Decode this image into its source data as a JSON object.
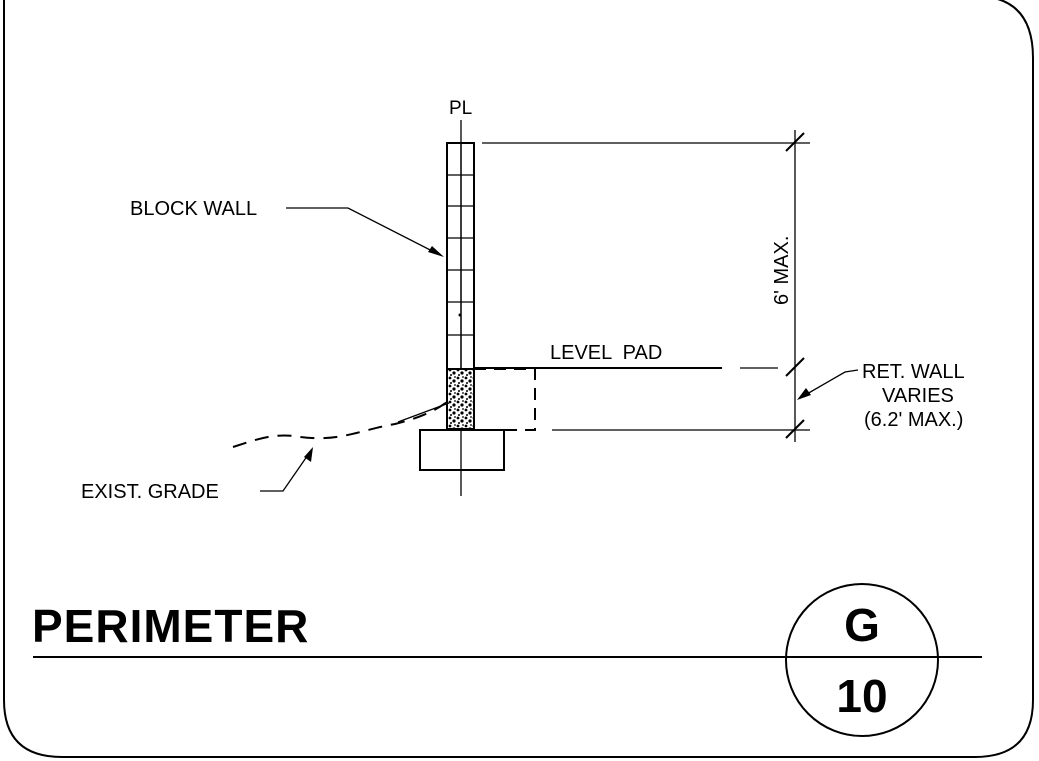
{
  "labels": {
    "property_line": "PL",
    "block_wall": "BLOCK WALL",
    "level_pad": "LEVEL  PAD",
    "height_dimension": "6' MAX.",
    "ret_wall_line1": "RET. WALL",
    "ret_wall_line2": "VARIES",
    "ret_wall_line3": "(6.2' MAX.)",
    "exist_grade": "EXIST. GRADE"
  },
  "title": "PERIMETER",
  "detail_badge": {
    "letter": "G",
    "number": "10"
  }
}
